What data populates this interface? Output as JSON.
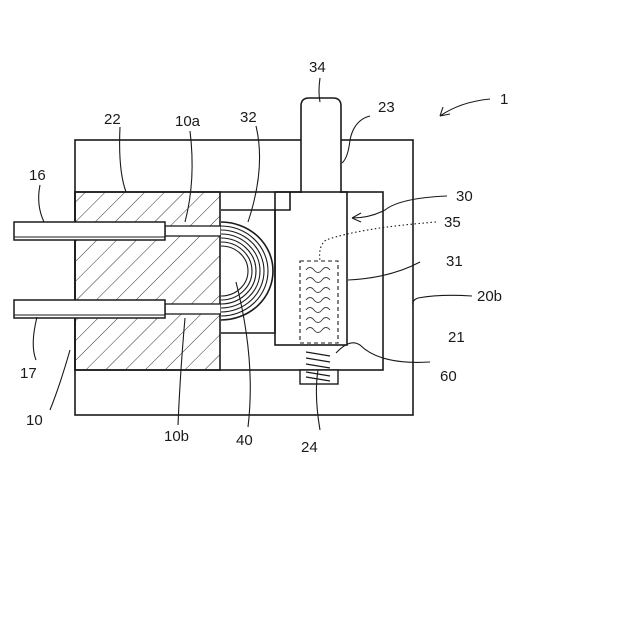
{
  "labels": {
    "l1": "1",
    "l10": "10",
    "l10a": "10a",
    "l10b": "10b",
    "l16": "16",
    "l17": "17",
    "l20b": "20b",
    "l21": "21",
    "l22": "22",
    "l23": "23",
    "l24": "24",
    "l30": "30",
    "l31": "31",
    "l32": "32",
    "l34": "34",
    "l35": "35",
    "l40": "40",
    "l60": "60"
  },
  "colors": {
    "line": "#1a1a1a",
    "background": "#ffffff"
  }
}
